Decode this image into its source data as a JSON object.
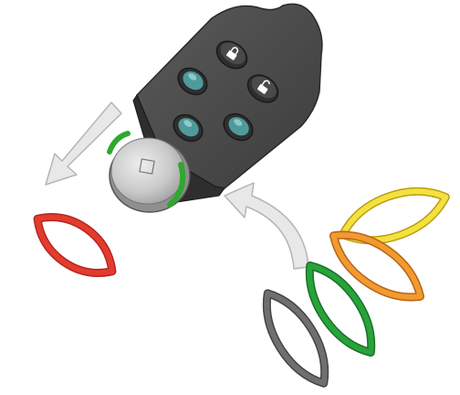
{
  "figure": {
    "remote": {
      "body_color": "#4a4a4a",
      "body_dark": "#3a3a3a",
      "buttons": [
        {
          "id": "lock",
          "icon": "padlock-closed-icon",
          "color": "#3a3a3a",
          "symbol_color": "#ffffff"
        },
        {
          "id": "unlock",
          "icon": "padlock-open-icon",
          "color": "#3a3a3a",
          "symbol_color": "#ffffff"
        },
        {
          "id": "teal-1",
          "icon": "button-icon",
          "color": "#4f9b9b"
        },
        {
          "id": "teal-2",
          "icon": "button-icon",
          "color": "#4f9b9b"
        },
        {
          "id": "teal-3",
          "icon": "button-icon",
          "color": "#4f9b9b"
        }
      ]
    },
    "battery": {
      "icon": "coin-cell-battery-icon",
      "face_color": "#c9c9c9",
      "edge_color": "#8f8f8f",
      "clip_color": "#2fa82f"
    },
    "arrows": [
      {
        "id": "remove",
        "direction": "out",
        "icon": "arrow-icon",
        "color": "#e8e8e8"
      },
      {
        "id": "insert",
        "direction": "in",
        "icon": "arrow-icon",
        "color": "#e8e8e8"
      }
    ],
    "rings": [
      {
        "id": "removed",
        "color": "#e43b2f",
        "status": "removed"
      },
      {
        "id": "yellow",
        "color": "#f5e13e",
        "status": "option"
      },
      {
        "id": "orange",
        "color": "#f29a2e",
        "status": "option"
      },
      {
        "id": "green",
        "color": "#27a33a",
        "status": "option"
      },
      {
        "id": "grey",
        "color": "#6f6f6f",
        "status": "option"
      }
    ]
  }
}
